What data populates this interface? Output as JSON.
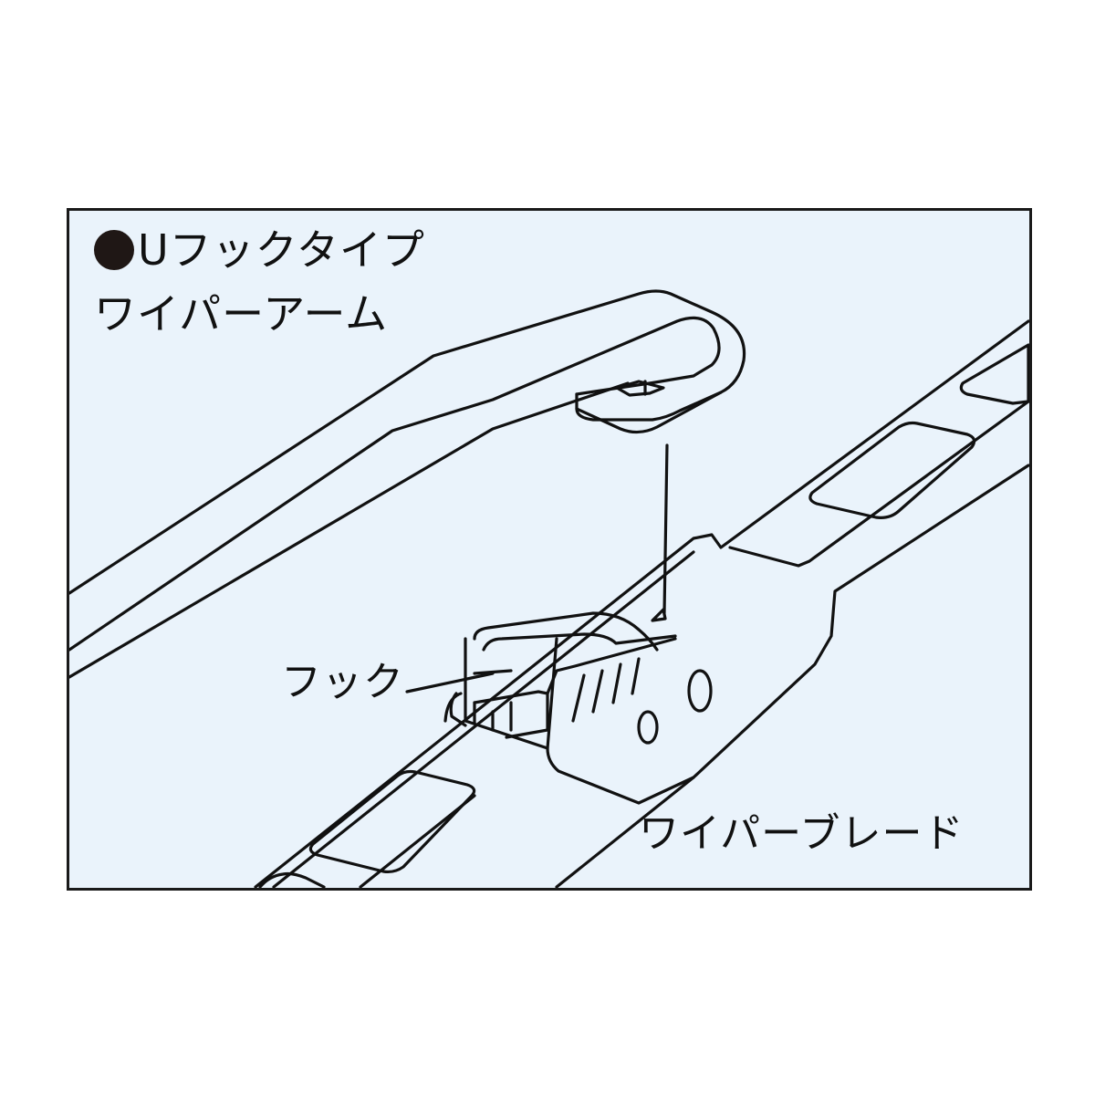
{
  "diagram": {
    "title": {
      "bullet_icon": "filled-circle-bullet",
      "line1": "Uフックタイプ",
      "line2": "ワイパーアーム"
    },
    "labels": {
      "hook": "フック",
      "blade": "ワイパーブレード"
    },
    "colors": {
      "background": "#eaf3fb",
      "frame_border": "#1a1a1a",
      "line": "#111111",
      "bullet": "#1f1715"
    },
    "parts": [
      "wiper-arm-u-hook",
      "wiper-blade",
      "hook-adapter",
      "insertion-arrow"
    ]
  }
}
